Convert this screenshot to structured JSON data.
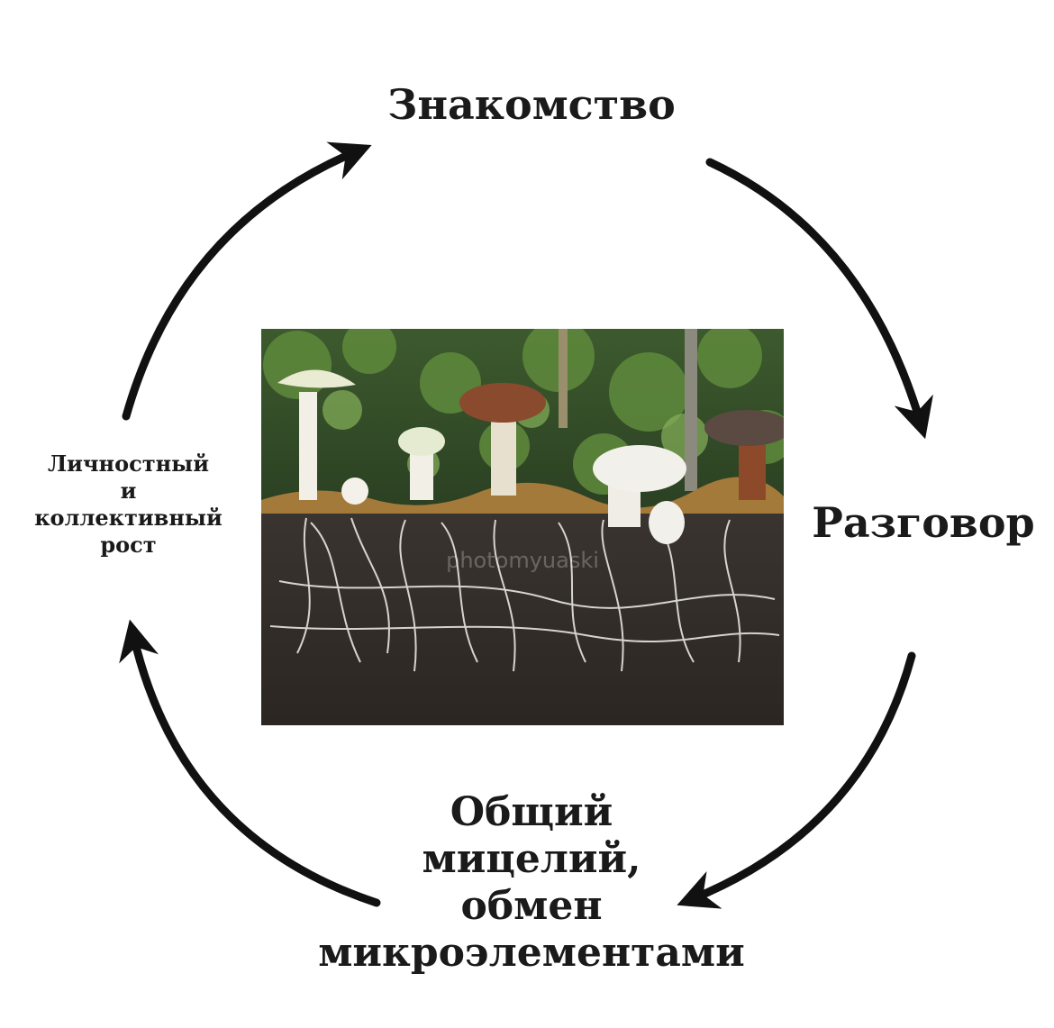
{
  "diagram": {
    "stages": {
      "top": {
        "lines": [
          "Знакомство"
        ]
      },
      "right": {
        "lines": [
          "Разговор"
        ]
      },
      "bottom": {
        "lines": [
          "Общий",
          "мицелий,",
          "обмен",
          "микроэлементами"
        ]
      },
      "left": {
        "lines": [
          "Личностный",
          "и",
          "коллективный",
          "рост"
        ]
      }
    },
    "arrow_color": "#111111"
  },
  "photo": {
    "watermark": "photomyuaski"
  }
}
